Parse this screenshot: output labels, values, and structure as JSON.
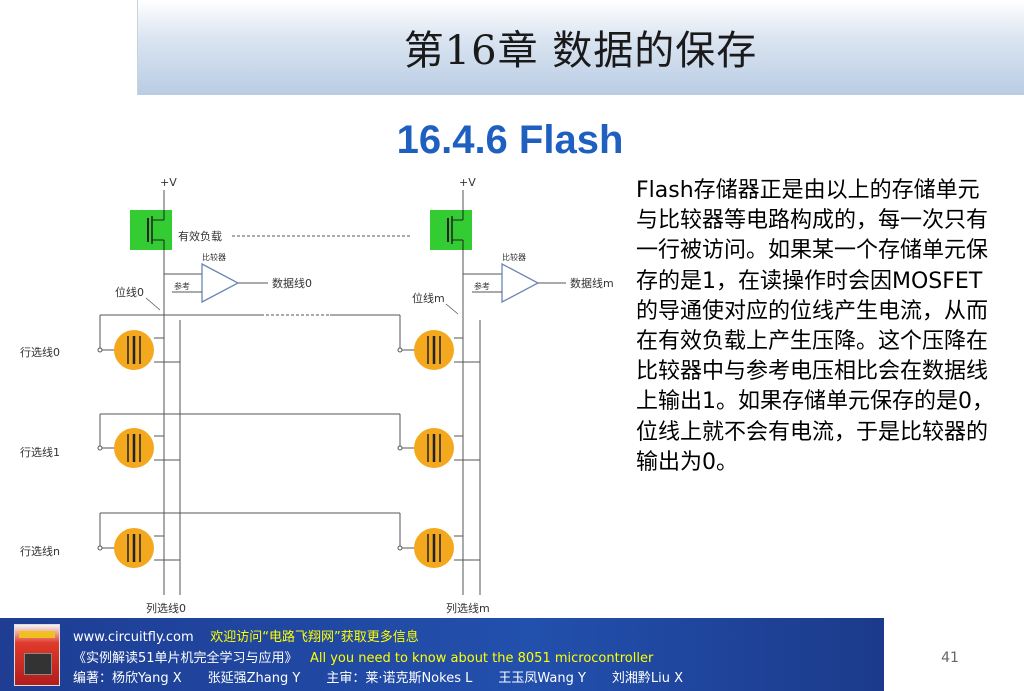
{
  "header": {
    "chapter_title": "第16章  数据的保存"
  },
  "section": {
    "title": "16.4.6 Flash"
  },
  "body": {
    "paragraph": "Flash存储器正是由以上的存储单元与比较器等电路构成的，每一次只有一行被访问。如果某一个存储单元保存的是1，在读操作时会因MOSFET的导通使对应的位线产生电流，从而在有效负载上产生压降。这个压降在比较器中与参考电压相比会在数据线上输出1。如果存储单元保存的是0，位线上就不会有电流，于是比较器的输出为0。"
  },
  "circuit": {
    "vdd_left": "+V",
    "vdd_right": "+V",
    "load_label": "有效负载",
    "comparator_label_left": "比较器",
    "comparator_label_right": "比较器",
    "reference_label_left": "参考",
    "reference_label_right": "参考",
    "data_line_left": "数据线0",
    "data_line_right": "数据线m",
    "bit_line_left": "位线0",
    "bit_line_right": "位线m",
    "row_lines": [
      "行选线0",
      "行选线1",
      "行选线n"
    ],
    "column_line_left": "列选线0",
    "column_line_right": "列选线m"
  },
  "footer": {
    "url": "www.circuitfly.com",
    "promo": "欢迎访问“电路飞翔网”获取更多信息",
    "book_cn": "《实例解读51单片机完全学习与应用》",
    "book_en": "All you need to know about the 8051 microcontroller",
    "authors": "编著：杨欣Yang X　　张延强Zhang Y　　主审：莱·诺克斯Nokes L　　王玉凤Wang Y　　刘湘黔Liu X",
    "page_number": "41"
  },
  "colors": {
    "section_title": "#1f5fbf",
    "footer_bg": "#2250ad",
    "footer_highlight": "#ffff00",
    "load_highlight": "#33cc33",
    "cell_orange": "#f4a81d"
  }
}
